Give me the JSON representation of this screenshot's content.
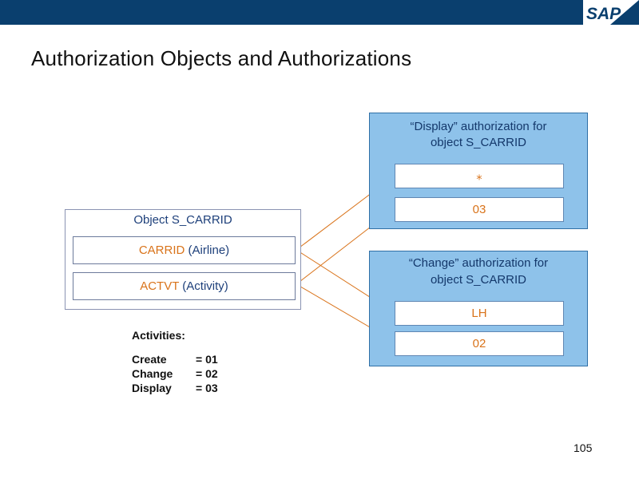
{
  "slide": {
    "title": "Authorization Objects and Authorizations",
    "page_number": "105",
    "logo_text": "SAP"
  },
  "object": {
    "title": "Object S_CARRID",
    "fields": [
      {
        "key": "CARRID",
        "desc": " (Airline)"
      },
      {
        "key": "ACTVT",
        "desc": " (Activity)"
      }
    ]
  },
  "display_auth": {
    "title_line1": "“Display” authorization for",
    "title_line2": "object S_CARRID",
    "values": [
      "⁎",
      "03"
    ]
  },
  "change_auth": {
    "title_line1": "“Change” authorization for",
    "title_line2": "object S_CARRID",
    "values": [
      "LH",
      "02"
    ]
  },
  "activities": {
    "header": "Activities:",
    "items": [
      {
        "name": "Create",
        "value": "= 01"
      },
      {
        "name": "Change",
        "value": "= 02"
      },
      {
        "name": "Display",
        "value": "= 03"
      }
    ]
  },
  "colors": {
    "topbar": "#0a3f6e",
    "auth_box": "#8ec2ea",
    "accent_orange": "#d9731a",
    "connector": "#d9731a"
  }
}
